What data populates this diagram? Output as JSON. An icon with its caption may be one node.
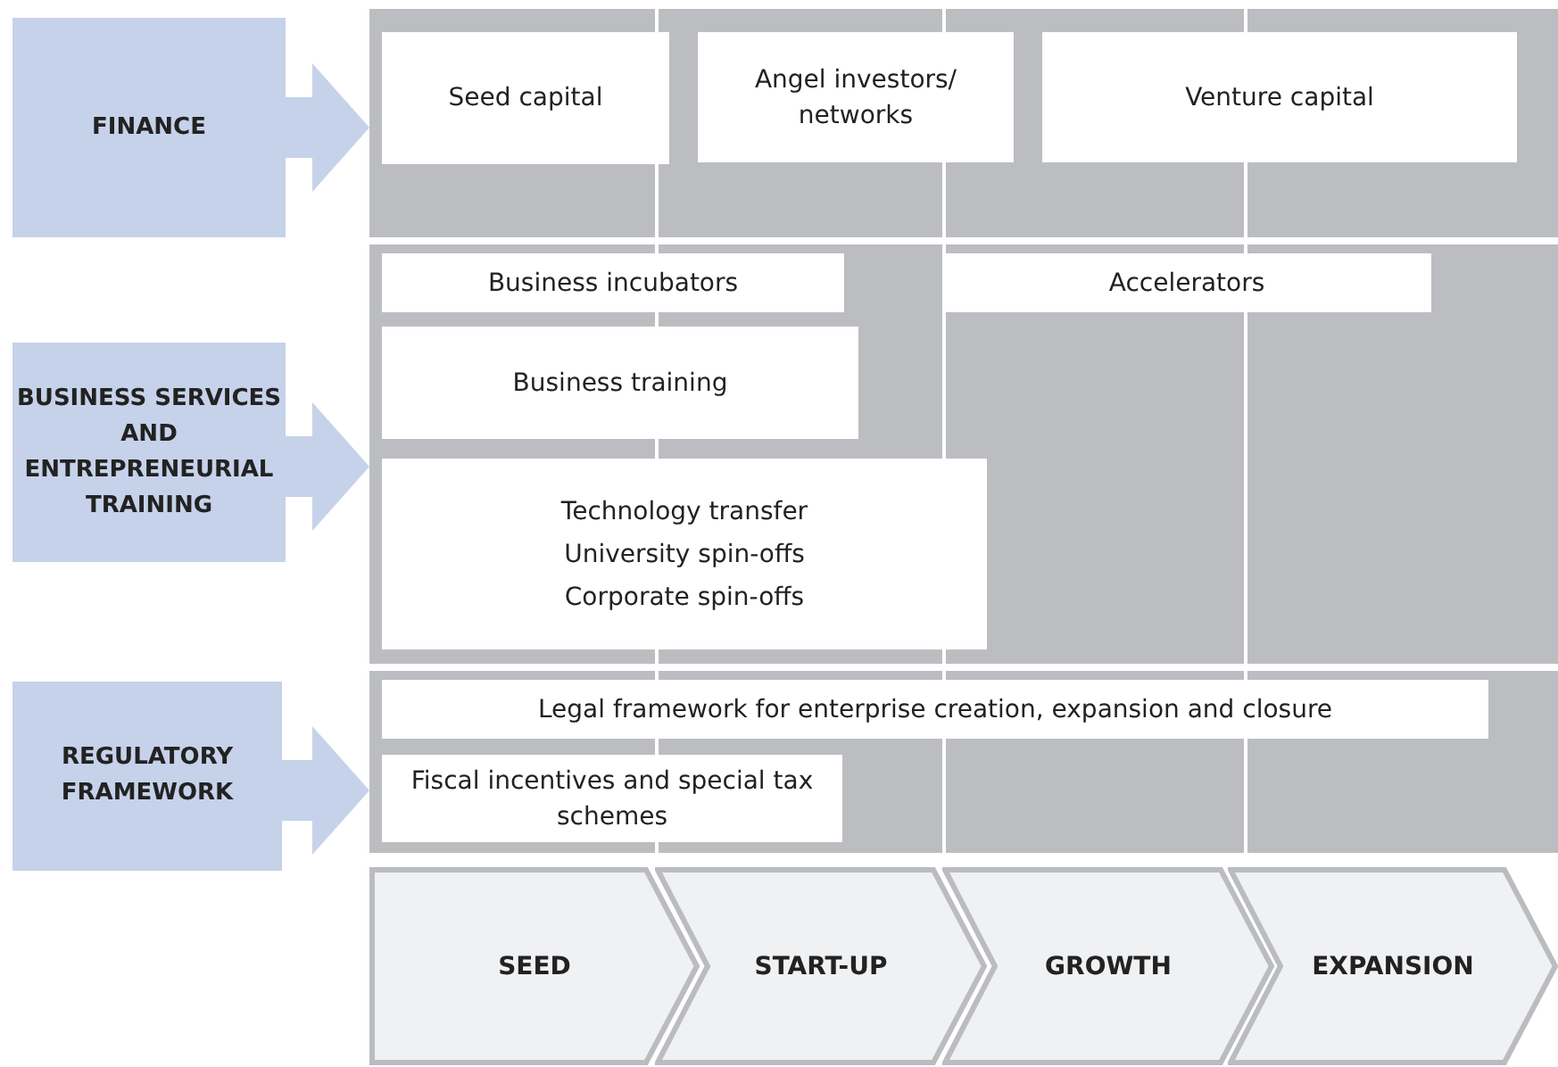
{
  "diagram": {
    "nodes": [
      {
        "text": [
          "FINANCE"
        ]
      },
      {
        "text": [],
        "shape": "box"
      },
      {
        "text": [
          "Seed capital"
        ],
        "in": 1
      },
      {
        "text": [
          "Angel investors/ networks"
        ],
        "in": 1
      },
      {
        "text": [
          "Venture capital"
        ],
        "in": 1
      },
      {
        "text": [
          "BUSINESS SERVICES AND ENTREPRENEURIAL TRAINING"
        ]
      },
      {
        "text": [],
        "shape": "box"
      },
      {
        "text": [
          "Business incubators"
        ],
        "in": 6
      },
      {
        "text": [
          "Accelerators"
        ],
        "in": 6
      },
      {
        "text": [
          "Business training"
        ],
        "in": 6
      },
      {
        "text": [
          "Technology transfer",
          "University spin-offs",
          "Corporate spin-offs"
        ],
        "in": 6
      },
      {
        "text": [
          "REGULATORY FRAMEWORK"
        ]
      },
      {
        "text": [],
        "shape": "box"
      },
      {
        "text": [
          "Legal framework for enterprise creation, expansion and closure"
        ],
        "in": 12
      },
      {
        "text": [
          "Fiscal incentives and special tax schemes"
        ],
        "in": 12
      },
      {
        "text": [
          "SEED"
        ]
      },
      {
        "text": [
          "START-UP"
        ]
      },
      {
        "text": [
          "GROWTH"
        ]
      },
      {
        "text": [
          "EXPANSION"
        ]
      }
    ],
    "edges": [
      {
        "from": 0,
        "to": 1,
        "arrow": "to"
      },
      {
        "from": 5,
        "to": 6,
        "arrow": "to"
      },
      {
        "from": 11,
        "to": 12,
        "arrow": "to"
      }
    ]
  }
}
